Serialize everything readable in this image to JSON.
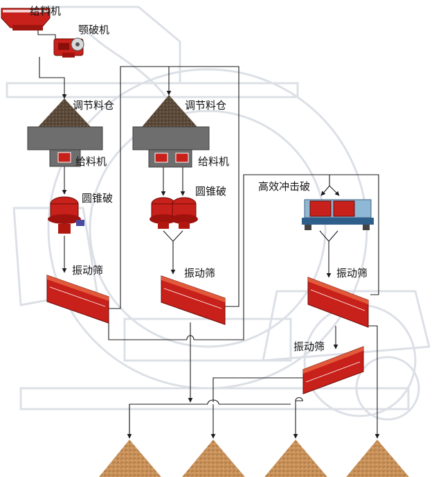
{
  "labels": {
    "feeder_top": "给料机",
    "jaw_crusher": "颚破机",
    "bin_1": "调节料仓",
    "bin_2": "调节料仓",
    "feeder_1": "给料机",
    "feeder_2": "给料机",
    "cone_1": "圆锥破",
    "cone_2": "圆锥破",
    "impact_crusher": "高效冲击破",
    "screen_1": "振动筛",
    "screen_2": "振动筛",
    "screen_3": "振动筛",
    "screen_4": "振动筛"
  },
  "colors": {
    "machine_red": "#c8201a",
    "machine_dark": "#7a0d0a",
    "bin_gray": "#6e6e6e",
    "sand": "#c9925a",
    "flow_line": "#1a1a1a",
    "background_drawing": "#d6dbe2"
  },
  "icons": [
    "feeder-icon",
    "jaw-crusher-icon",
    "cone-crusher-icon",
    "impact-crusher-icon",
    "vibrating-screen-icon",
    "sand-pile-icon",
    "arrow-icon"
  ]
}
